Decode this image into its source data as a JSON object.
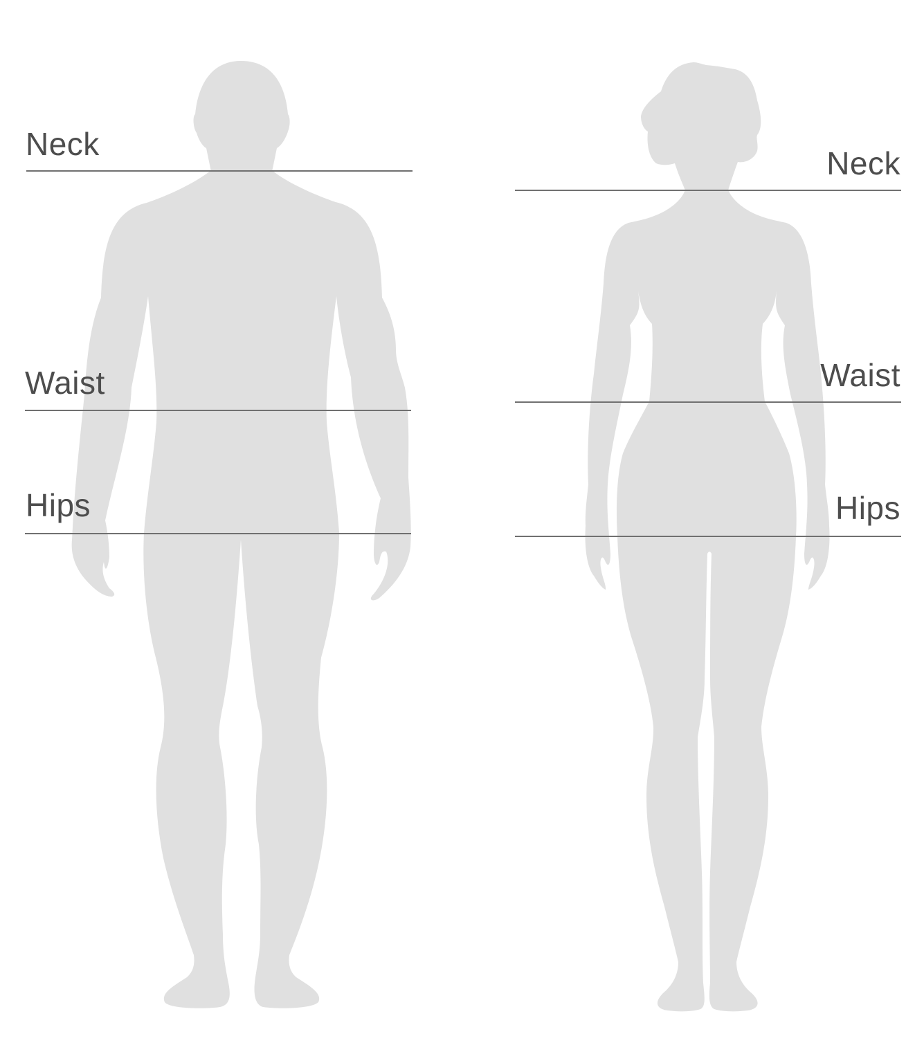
{
  "colors": {
    "background": "#ffffff",
    "silhouette": "#e0e0e0",
    "line": "#707070",
    "label": "#4d4d4d"
  },
  "male": {
    "neck_label": "Neck",
    "waist_label": "Waist",
    "hips_label": "Hips"
  },
  "female": {
    "neck_label": "Neck",
    "waist_label": "Waist",
    "hips_label": "Hips"
  }
}
